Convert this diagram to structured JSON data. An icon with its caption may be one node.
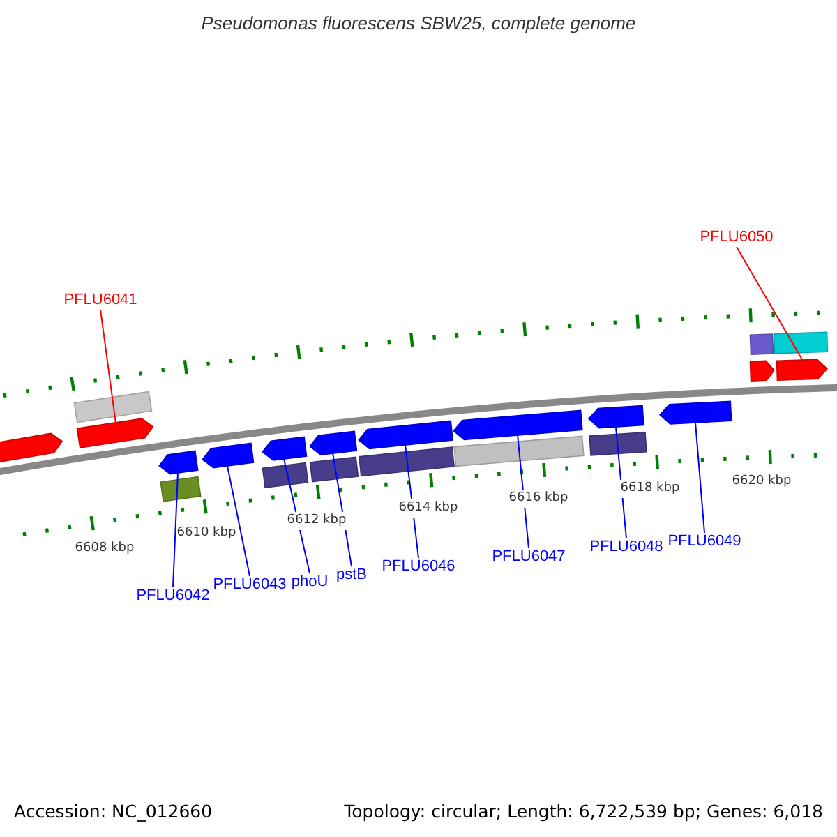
{
  "diagram": {
    "title": "Pseudomonas fluorescens SBW25, complete genome",
    "nodes": [
      {
        "text": [
          "PFLU6041"
        ]
      },
      {
        "text": [
          "PFLU6050"
        ]
      },
      {
        "text": [
          "PFLU6042"
        ]
      },
      {
        "text": [
          "PFLU6043"
        ]
      },
      {
        "text": [
          "phoU"
        ]
      },
      {
        "text": [
          "pstB"
        ]
      },
      {
        "text": [
          "PFLU6046"
        ]
      },
      {
        "text": [
          "PFLU6047"
        ]
      },
      {
        "text": [
          "PFLU6048"
        ]
      },
      {
        "text": [
          "PFLU6049"
        ]
      },
      {
        "text": [],
        "shape": "arrow"
      },
      {
        "text": [],
        "shape": "arrow"
      },
      {
        "text": [],
        "shape": "arrow"
      },
      {
        "text": [],
        "shape": "arrow"
      },
      {
        "text": [],
        "shape": "arrow"
      },
      {
        "text": [],
        "shape": "arrow"
      },
      {
        "text": [],
        "shape": "arrow"
      },
      {
        "text": [],
        "shape": "arrow"
      },
      {
        "text": [],
        "shape": "arrow"
      },
      {
        "text": [],
        "shape": "arrow"
      }
    ],
    "edges": [
      {
        "from": 0,
        "to": 10,
        "arrow": "none",
        "color": "#ff0000"
      },
      {
        "from": 1,
        "to": 11,
        "arrow": "none",
        "color": "#ff0000"
      },
      {
        "from": 2,
        "to": 12,
        "arrow": "none"
      },
      {
        "from": 3,
        "to": 13,
        "arrow": "none"
      },
      {
        "from": 4,
        "to": 14,
        "arrow": "none"
      },
      {
        "from": 5,
        "to": 15,
        "arrow": "none"
      },
      {
        "from": 6,
        "to": 16,
        "arrow": "none"
      },
      {
        "from": 7,
        "to": 17,
        "arrow": "none"
      },
      {
        "from": 8,
        "to": 18,
        "arrow": "none"
      },
      {
        "from": 9,
        "to": 19,
        "arrow": "none"
      }
    ],
    "labels": [
      "6608 kbp",
      "6610 kbp",
      "6612 kbp",
      "6614 kbp",
      "6616 kbp",
      "6618 kbp",
      "6620 kbp",
      "Accession: NC_012660",
      "Topology: circular; Length: 6,722,539 bp; Genes: 6,018"
    ]
  }
}
